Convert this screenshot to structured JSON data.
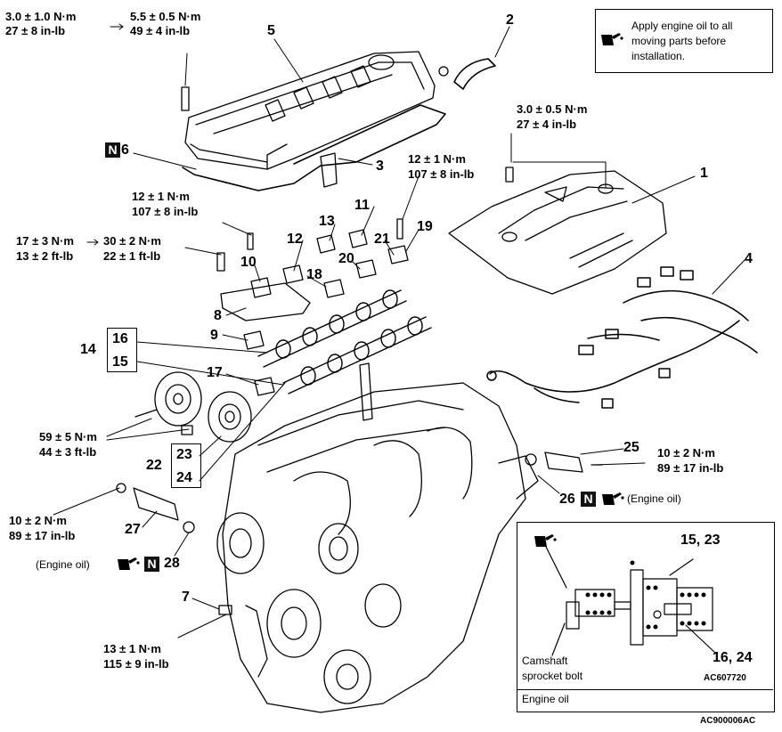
{
  "note": {
    "text_line1": "Apply engine oil to all",
    "text_line2": "moving parts before",
    "text_line3": "installation."
  },
  "torques": {
    "t5_before_nm": "3.0 ± 1.0 N·m",
    "t5_before_in": "27 ± 8 in-lb",
    "t5_after_nm": "5.5 ± 0.5 N·m",
    "t5_after_in": "49 ± 4 in-lb",
    "t1_nm": "3.0 ± 0.5 N·m",
    "t1_in": "27 ± 4 in-lb",
    "t19_nm": "12 ± 1 N·m",
    "t19_in": "107 ± 8 in-lb",
    "t10_nm": "12 ± 1 N·m",
    "t10_in": "107 ± 8 in-lb",
    "t8_before_nm": "17 ± 3 N·m",
    "t8_before_ft": "13 ± 2 ft-lb",
    "t8_after_nm": "30 ± 2 N·m",
    "t8_after_ft": "22 ± 1 ft-lb",
    "t_sprocket_nm": "59 ± 5 N·m",
    "t_sprocket_ft": "44 ± 3 ft-lb",
    "t25_nm": "10 ± 2 N·m",
    "t25_in": "89 ± 17 in-lb",
    "t27_nm": "10 ± 2 N·m",
    "t27_in": "89 ± 17 in-lb",
    "t7_nm": "13 ± 1 N·m",
    "t7_in": "115 ± 9 in-lb"
  },
  "parts": {
    "p1": "1",
    "p2": "2",
    "p3": "3",
    "p4": "4",
    "p5": "5",
    "p6": "6",
    "p7": "7",
    "p8": "8",
    "p9": "9",
    "p10": "10",
    "p11": "11",
    "p12": "12",
    "p13": "13",
    "p14": "14",
    "p15": "15",
    "p16": "16",
    "p17": "17",
    "p18": "18",
    "p19": "19",
    "p20": "20",
    "p21": "21",
    "p22": "22",
    "p23": "23",
    "p24": "24",
    "p25": "25",
    "p26": "26",
    "p27": "27",
    "p28": "28"
  },
  "labels": {
    "n_mark": "N",
    "engine_oil_26": "(Engine oil)",
    "engine_oil_28": "(Engine oil)"
  },
  "inset": {
    "label_15_23": "15, 23",
    "label_16_24": "16, 24",
    "bolt_line1": "Camshaft",
    "bolt_line2": "sprocket bolt",
    "code": "AC607720",
    "footer": "Engine oil"
  },
  "figure_code": "AC900006AC",
  "icons": [
    "oil-can-icon",
    "new-part-n-icon",
    "arrow-right-icon"
  ]
}
